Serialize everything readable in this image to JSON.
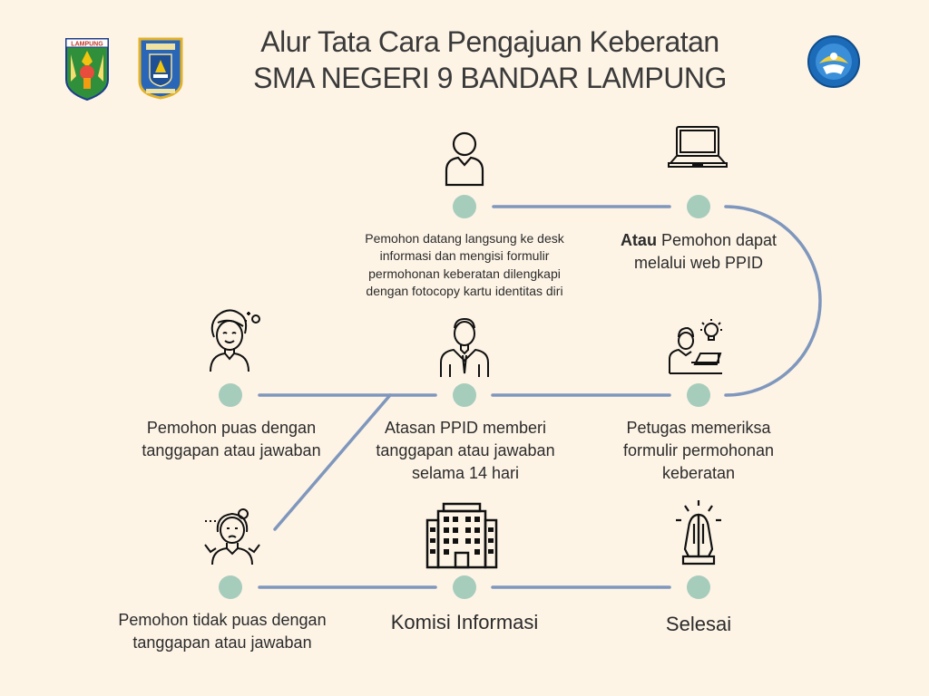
{
  "header": {
    "title_line1": "Alur Tata Cara Pengajuan Keberatan",
    "title_line2": "SMA NEGERI 9 BANDAR LAMPUNG",
    "logo_lampung_text": "LAMPUNG",
    "colors": {
      "background": "#fdf4e6",
      "line": "#7f97bd",
      "node": "#a6ccbc"
    }
  },
  "steps": {
    "datang": {
      "text": "Pemohon datang langsung ke desk informasi dan mengisi formulir permohonan keberatan dilengkapi dengan fotocopy kartu identitas diri",
      "icon": "person-icon"
    },
    "web": {
      "bold": "Atau",
      "text": " Pemohon dapat melalui web PPID",
      "icon": "laptop-icon"
    },
    "petugas": {
      "text": "Petugas memeriksa formulir permohonan keberatan",
      "icon": "officer-idea-icon"
    },
    "atasan": {
      "text": "Atasan PPID memberi tanggapan atau jawaban selama 14 hari",
      "icon": "businessman-icon"
    },
    "puas": {
      "text": "Pemohon puas dengan tanggapan atau jawaban",
      "icon": "happy-woman-icon"
    },
    "tidak_puas": {
      "text": "Pemohon tidak puas dengan tanggapan atau jawaban",
      "icon": "confused-woman-icon"
    },
    "komisi": {
      "text": "Komisi Informasi",
      "icon": "building-icon"
    },
    "selesai": {
      "text": "Selesai",
      "icon": "praying-hands-icon"
    }
  }
}
